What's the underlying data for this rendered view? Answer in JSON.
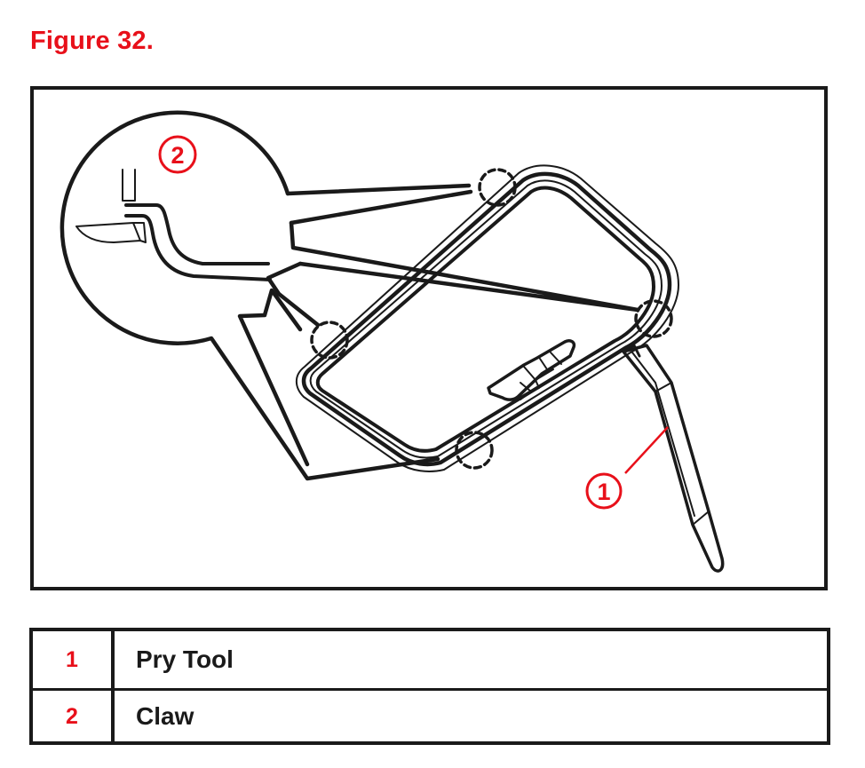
{
  "figure": {
    "title": "Figure 32.",
    "callouts": [
      "1",
      "2"
    ]
  },
  "legend": {
    "rows": [
      {
        "number": "1",
        "label": "Pry Tool"
      },
      {
        "number": "2",
        "label": "Claw"
      }
    ]
  },
  "colors": {
    "accent_red": "#e8101a",
    "line_black": "#1a1a1a"
  }
}
